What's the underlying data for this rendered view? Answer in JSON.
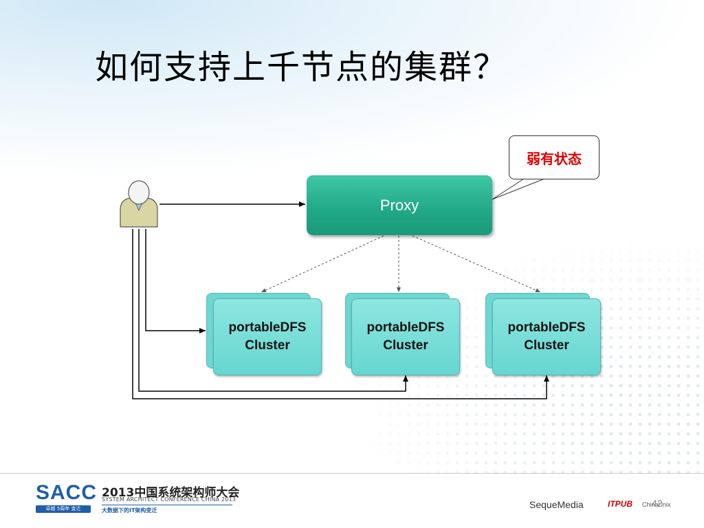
{
  "slide": {
    "title": "如何支持上千节点的集群？",
    "page_number": "42"
  },
  "diagram": {
    "proxy_label": "Proxy",
    "callout_text": "弱有状态",
    "clusters": [
      {
        "label": "portableDFS\nCluster"
      },
      {
        "label": "portableDFS\nCluster"
      },
      {
        "label": "portableDFS\nCluster"
      }
    ],
    "colors": {
      "proxy": "#21a886",
      "cluster": "#6fd7d2",
      "callout_text": "#e00000"
    },
    "icons": [
      "user-icon"
    ]
  },
  "footer": {
    "logo_text": "SACC",
    "logo_tag": "卓越 5周年 变迁",
    "conference_cn": "2013中国系统架构师大会",
    "conference_en": "SYSTEM ARCHITECT CONFERENCE CHINA 2013",
    "conference_sub": "大数据下的IT架构变迁",
    "sponsors": [
      "SequeMedia",
      "ITPUB",
      "ChinaUnix"
    ]
  }
}
